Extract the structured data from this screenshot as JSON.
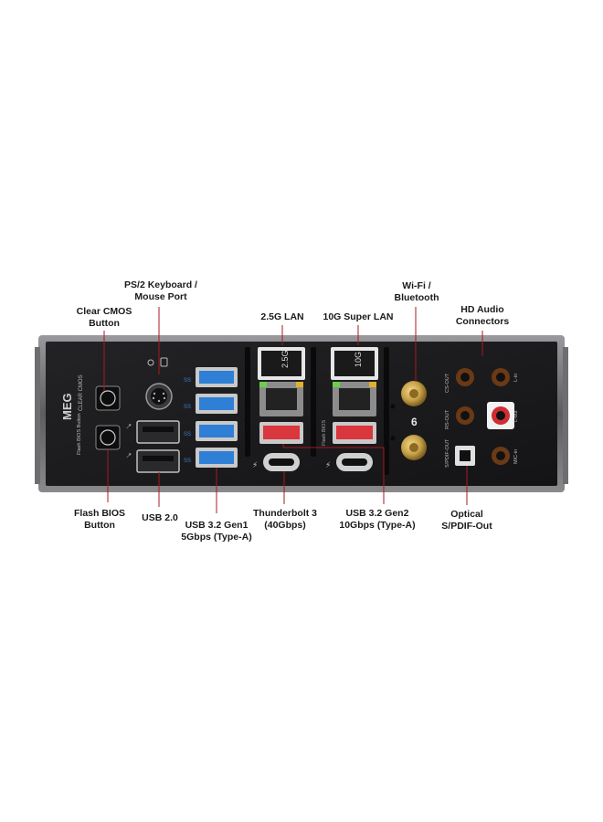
{
  "labels": {
    "ps2": [
      "PS/2 Keyboard /",
      "Mouse Port"
    ],
    "clear_cmos": [
      "Clear CMOS",
      "Button"
    ],
    "lan25": [
      "2.5G LAN"
    ],
    "lan10": [
      "10G Super LAN"
    ],
    "wifi": [
      "Wi-Fi /",
      "Bluetooth"
    ],
    "hd_audio": [
      "HD Audio",
      "Connectors"
    ],
    "flash_bios": [
      "Flash BIOS",
      "Button"
    ],
    "usb20": [
      "USB 2.0"
    ],
    "usb32g1": [
      "USB 3.2 Gen1",
      "5Gbps (Type-A)"
    ],
    "thunderbolt": [
      "Thunderbolt 3",
      "(40Gbps)"
    ],
    "usb32g2": [
      "USB 3.2 Gen2",
      "10Gbps (Type-A)"
    ],
    "optical": [
      "Optical",
      "S/PDIF-Out"
    ]
  },
  "panel_text": {
    "logo": "MEG",
    "clear_cmos_mark": "CLEAR CMOS",
    "flash_bios_mark": "Flash BIOS Button",
    "lan25_badge": "2.5G",
    "lan10_badge": "10G",
    "flash_bios_vertical": "Flash BIOS",
    "wifi6": "6",
    "cs_out": "CS-OUT",
    "rs_out": "RS-OUT",
    "spdif_out": "S/PDIF-OUT",
    "l_in": "L-in",
    "l_out": "L-out",
    "mic_in": "MIC-in"
  },
  "colors": {
    "panel": "#1b1b1d",
    "frame": "#7d7d80",
    "usb3_blue": "#2f7fd6",
    "usb_red": "#d9363e",
    "audio_red": "#cf2d34",
    "leader": "#a8191f",
    "gold": "#c8a24a"
  }
}
